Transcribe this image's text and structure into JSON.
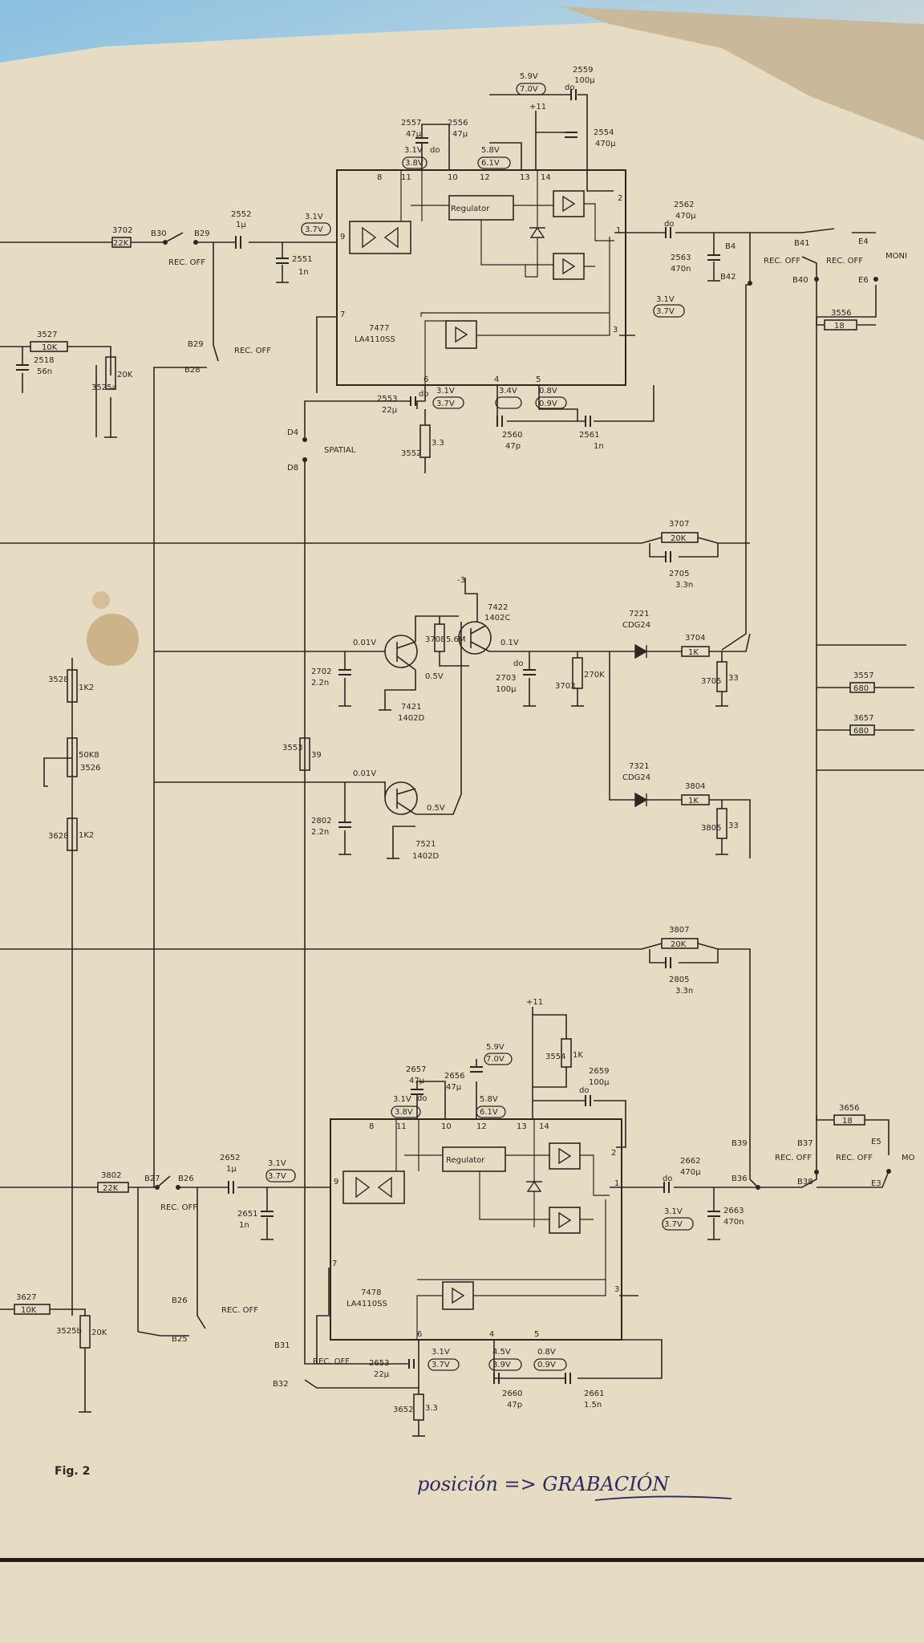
{
  "figure_label": "Fig. 2",
  "handwritten_note": "posición => GRABACIÓN",
  "colors": {
    "paper": "#e6dcc4",
    "ink": "#2b2721",
    "pen": "#2e2a60",
    "table": "#8ac0df"
  },
  "ic_top": {
    "ref": "7477",
    "part": "LA4110SS",
    "block": "Regulator",
    "pins": [
      "8",
      "11",
      "10",
      "12",
      "13",
      "14",
      "2",
      "1",
      "9",
      "7",
      "6",
      "4",
      "5",
      "3"
    ]
  },
  "ic_bottom": {
    "ref": "7478",
    "part": "LA4110SS",
    "block": "Regulator",
    "pins": [
      "8",
      "11",
      "10",
      "12",
      "13",
      "14",
      "2",
      "1",
      "9",
      "7",
      "6",
      "4",
      "5",
      "3"
    ]
  },
  "transistors": [
    {
      "ref": "7421",
      "part": "1402D"
    },
    {
      "ref": "7422",
      "part": "1402C"
    },
    {
      "ref": "7521",
      "part": "1402D"
    }
  ],
  "diodes": [
    {
      "ref": "7221",
      "part": "CDG24"
    },
    {
      "ref": "7321",
      "part": "CDG24"
    }
  ],
  "resistors": [
    {
      "ref": "3702",
      "value": "22K"
    },
    {
      "ref": "3527",
      "value": "10K"
    },
    {
      "ref": "3525a",
      "value": "20K"
    },
    {
      "ref": "3552",
      "value": "3.3"
    },
    {
      "ref": "3707",
      "value": "20K"
    },
    {
      "ref": "3708",
      "value": "5.6M"
    },
    {
      "ref": "3704",
      "value": "1K"
    },
    {
      "ref": "3705",
      "value": "33"
    },
    {
      "ref": "3703",
      "value": "270K"
    },
    {
      "ref": "3557",
      "value": "680"
    },
    {
      "ref": "3657",
      "value": "680"
    },
    {
      "ref": "3556",
      "value": "18"
    },
    {
      "ref": "3528",
      "value": "1K2"
    },
    {
      "ref": "3526",
      "value": "50K8"
    },
    {
      "ref": "3628",
      "value": "1K2"
    },
    {
      "ref": "3553",
      "value": "39"
    },
    {
      "ref": "3804",
      "value": "1K"
    },
    {
      "ref": "3805",
      "value": "33"
    },
    {
      "ref": "3807",
      "value": "20K"
    },
    {
      "ref": "3554",
      "value": "1K"
    },
    {
      "ref": "3656",
      "value": "18"
    },
    {
      "ref": "3802",
      "value": "22K"
    },
    {
      "ref": "3627",
      "value": "10K"
    },
    {
      "ref": "3525b",
      "value": "20K"
    },
    {
      "ref": "3652",
      "value": "3.3"
    }
  ],
  "capacitors": [
    {
      "ref": "2559",
      "value": "100μ"
    },
    {
      "ref": "2557",
      "value": "47μ"
    },
    {
      "ref": "2556",
      "value": "47μ"
    },
    {
      "ref": "2554",
      "value": "470μ"
    },
    {
      "ref": "2552",
      "value": "1μ"
    },
    {
      "ref": "2551",
      "value": "1n"
    },
    {
      "ref": "2562",
      "value": "470μ"
    },
    {
      "ref": "2563",
      "value": "470n"
    },
    {
      "ref": "2518",
      "value": "56n"
    },
    {
      "ref": "2553",
      "value": "22μ"
    },
    {
      "ref": "2560",
      "value": "47p"
    },
    {
      "ref": "2561",
      "value": "1n"
    },
    {
      "ref": "2705",
      "value": "3.3n"
    },
    {
      "ref": "2702",
      "value": "2.2n"
    },
    {
      "ref": "2703",
      "value": "100μ"
    },
    {
      "ref": "2802",
      "value": "2.2n"
    },
    {
      "ref": "2805",
      "value": "3.3n"
    },
    {
      "ref": "2659",
      "value": "100μ"
    },
    {
      "ref": "2657",
      "value": "47μ"
    },
    {
      "ref": "2656",
      "value": "47μ"
    },
    {
      "ref": "2652",
      "value": "1μ"
    },
    {
      "ref": "2651",
      "value": "1n"
    },
    {
      "ref": "2662",
      "value": "470μ"
    },
    {
      "ref": "2663",
      "value": "470n"
    },
    {
      "ref": "2653",
      "value": "22μ"
    },
    {
      "ref": "2660",
      "value": "47p"
    },
    {
      "ref": "2661",
      "value": "1.5n"
    }
  ],
  "switches": {
    "top": [
      {
        "a": "B30",
        "b": "B29",
        "label": "REC. OFF"
      },
      {
        "a": "B29",
        "b": "B28",
        "label": "REC. OFF"
      },
      {
        "a": "B4",
        "b": "B42",
        "label": "REC. OFF"
      },
      {
        "a": "B41",
        "b": "B40",
        "label": "REC. OFF"
      },
      {
        "a": "E4",
        "b": "E6",
        "label": "MONI"
      }
    ],
    "spatial": {
      "a": "D4",
      "b": "D8",
      "label": "SPATIAL"
    },
    "bottom": [
      {
        "a": "B27",
        "b": "B26",
        "label": "REC. OFF"
      },
      {
        "a": "B26",
        "b": "B25",
        "label": "REC. OFF"
      },
      {
        "a": "B31",
        "b": "B32",
        "label": "REC. OFF"
      },
      {
        "a": "B39",
        "b": "B36",
        "label": "REC. OFF"
      },
      {
        "a": "B37",
        "b": "B38",
        "label": "REC. OFF"
      },
      {
        "a": "E5",
        "b": "E3",
        "label": "MO"
      }
    ]
  },
  "voltages": {
    "v31": "3.1V",
    "v37": "3.7V",
    "v38": "3.8V",
    "v58": "5.8V",
    "v61": "6.1V",
    "v59": "5.9V",
    "v70": "7.0V",
    "v08": "0.8V",
    "v09": "0.9V",
    "v34": "3.4V",
    "v39": "3.9V",
    "v001": "0.01V",
    "v01": "0.1V",
    "v05": "0.5V",
    "v45": "4.5V",
    "p11": "+11",
    "m3": "-3"
  },
  "polarity": "do"
}
